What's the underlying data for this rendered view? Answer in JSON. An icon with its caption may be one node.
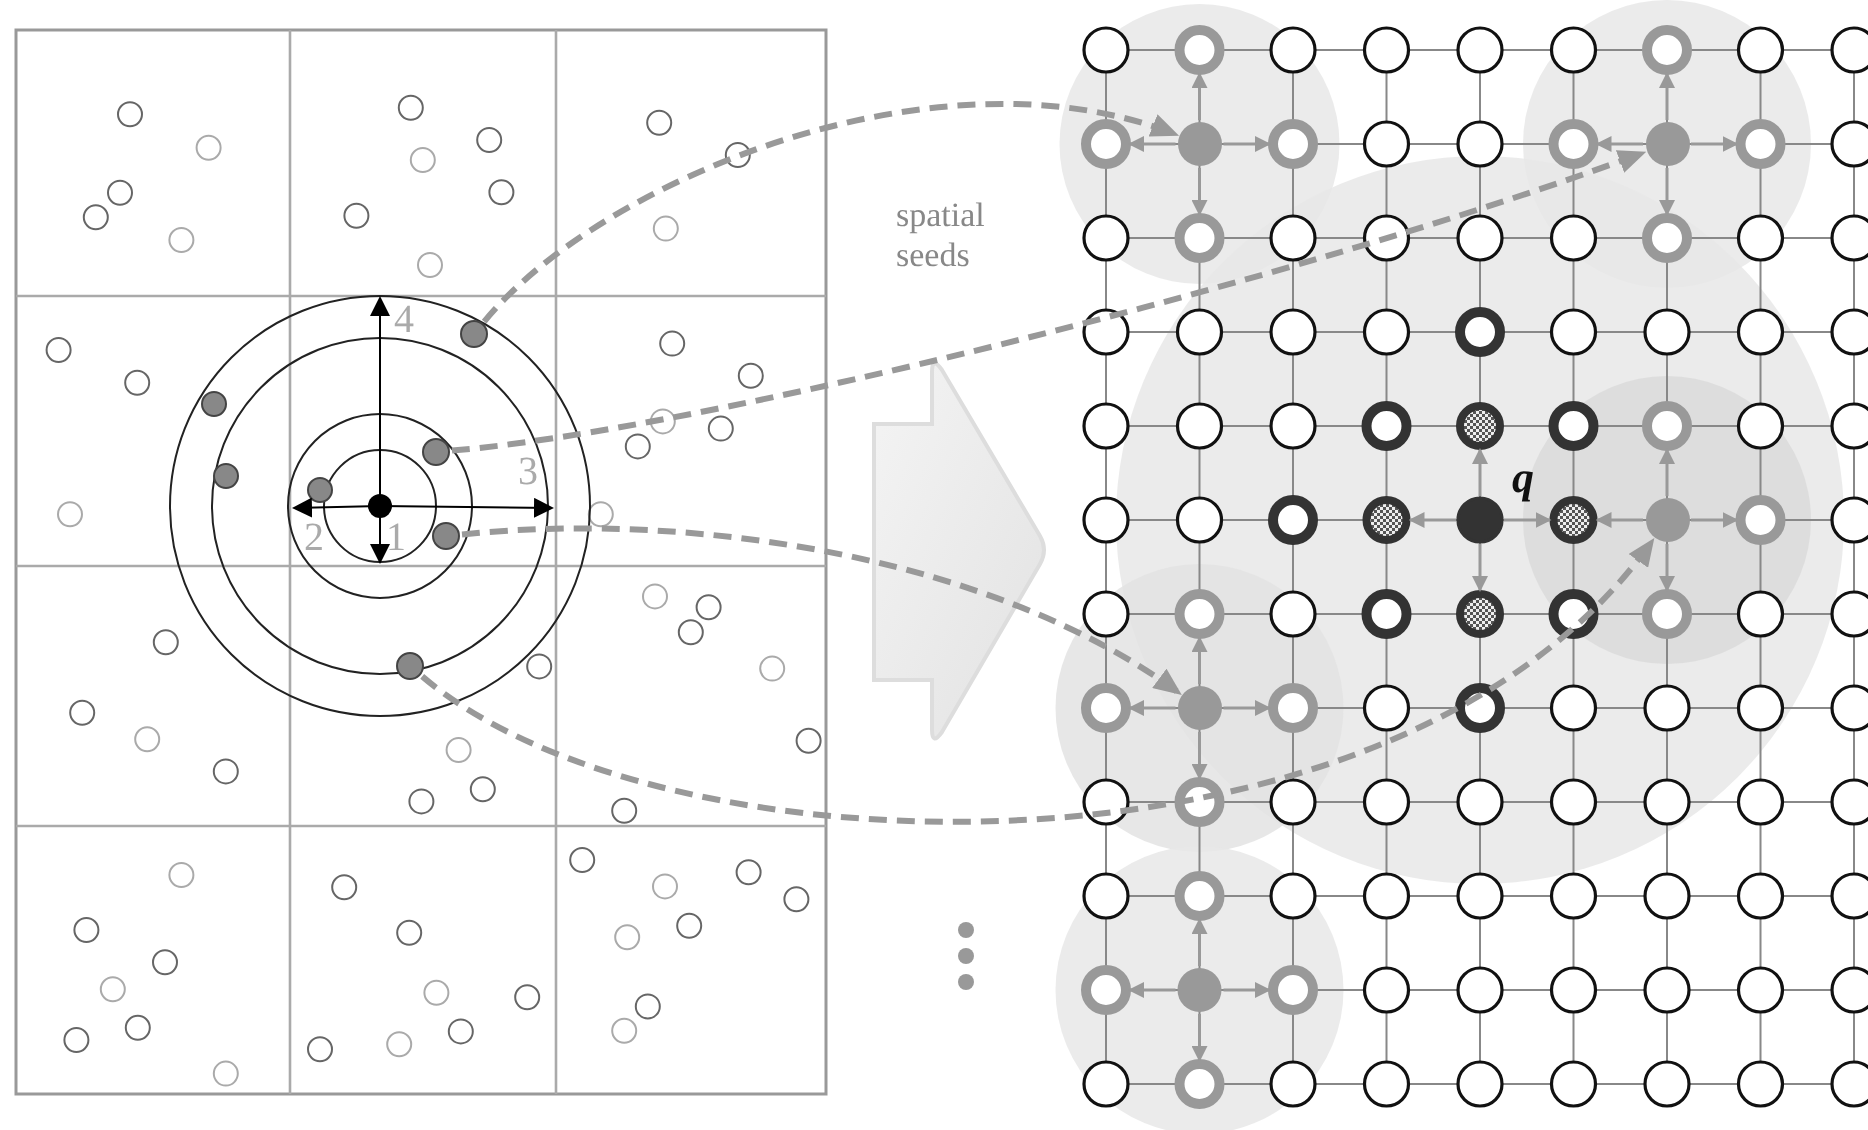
{
  "diagram": {
    "nodes": [
      {
        "text": [],
        "shape": "circle"
      },
      {
        "text": [],
        "shape": "circle"
      },
      {
        "text": [],
        "shape": "circle"
      },
      {
        "text": [],
        "shape": "circle"
      },
      {
        "text": [],
        "shape": "circle"
      },
      {
        "text": [],
        "shape": "circle"
      },
      {
        "text": [],
        "shape": "circle"
      },
      {
        "text": [],
        "shape": "circle"
      }
    ],
    "edges": [
      {
        "from": 0,
        "to": 4,
        "arrow": "to",
        "style": "dashed"
      },
      {
        "from": 1,
        "to": 5,
        "arrow": "to",
        "style": "dashed"
      },
      {
        "from": 2,
        "to": 7,
        "arrow": "to",
        "style": "dashed"
      },
      {
        "from": 3,
        "to": 6,
        "arrow": "to",
        "style": "dashed"
      }
    ],
    "labels": [
      "4",
      "3",
      "2",
      "1",
      "spatial seeds",
      "q"
    ]
  }
}
